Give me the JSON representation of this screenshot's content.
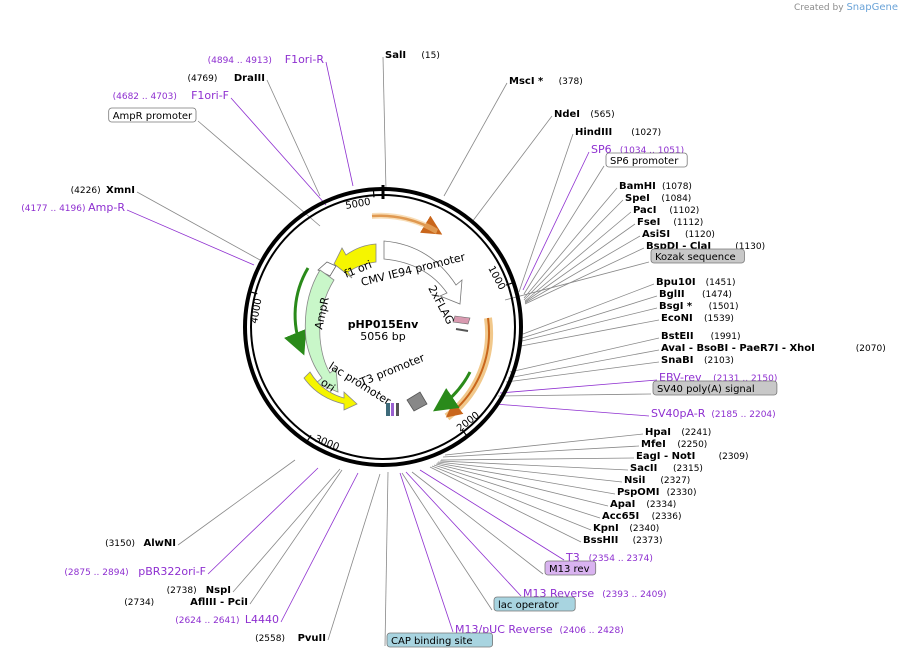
{
  "app": {
    "credit_prefix": "Created by",
    "credit_brand": "SnapGene"
  },
  "plasmid": {
    "name": "pHP015Env",
    "length_label": "5056 bp",
    "length": 5056
  },
  "colors": {
    "enzyme": "#000000",
    "primer": "#8e2fd0",
    "feature_yellow": "#f5f500",
    "feature_green": "#c9f7c9",
    "feature_white": "#ffffff",
    "feature_gray": "#888888",
    "promoter_box": "#ffffff",
    "kozak_box": "#c8c8c8",
    "m13rev_box": "#d9b3f0",
    "cap_box": "#a8d4e0",
    "orange_arrow": "#e59b2c",
    "green_arrow": "#2a8a1a"
  },
  "ticks": [
    "1000",
    "2000",
    "3000",
    "4000",
    "5000"
  ],
  "features": [
    "f1 ori",
    "CMV IE94 promoter",
    "2xFLAG",
    "AmpR",
    "lac promoter",
    "T3 promoter",
    "ori"
  ],
  "labels": [
    {
      "kind": "primer",
      "pos": "(4894 .. 4913)",
      "name": "F1ori-R"
    },
    {
      "kind": "enzyme",
      "pos": "(4769)",
      "name": "DraIII"
    },
    {
      "kind": "primer",
      "pos": "(4682 .. 4703)",
      "name": "F1ori-F"
    },
    {
      "kind": "box",
      "name": "AmpR promoter"
    },
    {
      "kind": "enzyme",
      "pos": "(4226)",
      "name": "XmnI"
    },
    {
      "kind": "primer",
      "pos": "(4177 .. 4196)",
      "name": "Amp-R"
    },
    {
      "kind": "enzyme",
      "name": "SalI",
      "pos": "(15)"
    },
    {
      "kind": "enzyme",
      "name": "MscI *",
      "pos": "(378)"
    },
    {
      "kind": "enzyme",
      "name": "NdeI",
      "pos": "(565)"
    },
    {
      "kind": "enzyme",
      "name": "HindIII",
      "pos": "(1027)"
    },
    {
      "kind": "primer",
      "name": "SP6",
      "pos": "(1034 .. 1051)"
    },
    {
      "kind": "box",
      "name": "SP6 promoter"
    },
    {
      "kind": "enzyme",
      "name": "BamHI",
      "pos": "(1078)"
    },
    {
      "kind": "enzyme",
      "name": "SpeI",
      "pos": "(1084)"
    },
    {
      "kind": "enzyme",
      "name": "PacI",
      "pos": "(1102)"
    },
    {
      "kind": "enzyme",
      "name": "FseI",
      "pos": "(1112)"
    },
    {
      "kind": "enzyme",
      "name": "AsiSI",
      "pos": "(1120)"
    },
    {
      "kind": "enzyme",
      "name": "BspDI - ClaI",
      "pos": "(1130)"
    },
    {
      "kind": "box",
      "name": "Kozak sequence"
    },
    {
      "kind": "enzyme",
      "name": "Bpu10I",
      "pos": "(1451)"
    },
    {
      "kind": "enzyme",
      "name": "BglII",
      "pos": "(1474)"
    },
    {
      "kind": "enzyme",
      "name": "BsgI *",
      "pos": "(1501)"
    },
    {
      "kind": "enzyme",
      "name": "EcoNI",
      "pos": "(1539)"
    },
    {
      "kind": "enzyme",
      "name": "BstEII",
      "pos": "(1991)"
    },
    {
      "kind": "enzyme",
      "name": "AvaI - BsoBI - PaeR7I - XhoI",
      "pos": "(2070)"
    },
    {
      "kind": "enzyme",
      "name": "SnaBI",
      "pos": "(2103)"
    },
    {
      "kind": "primer",
      "name": "EBV-rev",
      "pos": "(2131 .. 2150)"
    },
    {
      "kind": "box",
      "name": "SV40 poly(A) signal"
    },
    {
      "kind": "primer",
      "name": "SV40pA-R",
      "pos": "(2185 .. 2204)"
    },
    {
      "kind": "enzyme",
      "name": "HpaI",
      "pos": "(2241)"
    },
    {
      "kind": "enzyme",
      "name": "MfeI",
      "pos": "(2250)"
    },
    {
      "kind": "enzyme",
      "name": "EagI - NotI",
      "pos": "(2309)"
    },
    {
      "kind": "enzyme",
      "name": "SacII",
      "pos": "(2315)"
    },
    {
      "kind": "enzyme",
      "name": "NsiI",
      "pos": "(2327)"
    },
    {
      "kind": "enzyme",
      "name": "PspOMI",
      "pos": "(2330)"
    },
    {
      "kind": "enzyme",
      "name": "ApaI",
      "pos": "(2334)"
    },
    {
      "kind": "enzyme",
      "name": "Acc65I",
      "pos": "(2336)"
    },
    {
      "kind": "enzyme",
      "name": "KpnI",
      "pos": "(2340)"
    },
    {
      "kind": "enzyme",
      "name": "BssHII",
      "pos": "(2373)"
    },
    {
      "kind": "primer",
      "name": "T3",
      "pos": "(2354 .. 2374)"
    },
    {
      "kind": "box",
      "name": "M13 rev"
    },
    {
      "kind": "primer",
      "name": "M13 Reverse",
      "pos": "(2393 .. 2409)"
    },
    {
      "kind": "box",
      "name": "lac operator"
    },
    {
      "kind": "primer",
      "name": "M13/pUC Reverse",
      "pos": "(2406 .. 2428)"
    },
    {
      "kind": "box",
      "name": "CAP binding site"
    },
    {
      "kind": "enzyme",
      "pos": "(3150)",
      "name": "AlwNI"
    },
    {
      "kind": "primer",
      "pos": "(2875 .. 2894)",
      "name": "pBR322ori-F"
    },
    {
      "kind": "enzyme",
      "pos": "(2738)",
      "name": "NspI"
    },
    {
      "kind": "enzyme",
      "pos": "(2734)",
      "name": "AflIII - PciI"
    },
    {
      "kind": "primer",
      "pos": "(2624 .. 2641)",
      "name": "L4440"
    },
    {
      "kind": "enzyme",
      "pos": "(2558)",
      "name": "PvuII"
    }
  ]
}
